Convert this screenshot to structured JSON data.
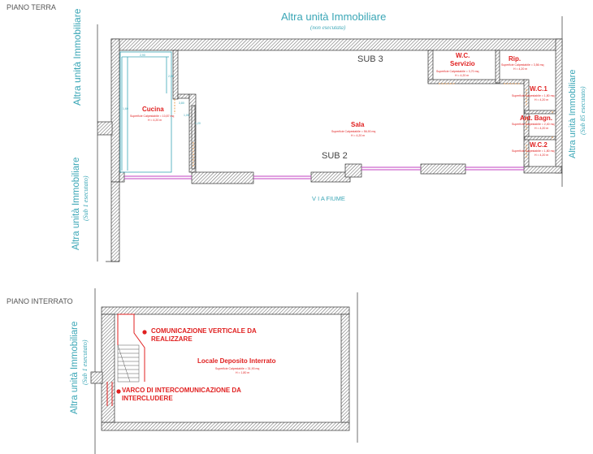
{
  "headers": {
    "ground_floor": "PIANO TERRA",
    "basement": "PIANO INTERRATO"
  },
  "neighbors": {
    "top_title": "Altra unità Immobiliare",
    "top_note": "(non esecutata)",
    "left_upper": "Altra unità Immobiliare",
    "left_lower": "Altra unità Immobiliare",
    "left_lower_note": "(Sub 1 esecutato)",
    "right": "Altra unità Immobiliare",
    "right_note": "(Sub 85 esecutato)",
    "basement_left": "Altra unità Immobiliare",
    "basement_left_note": "(Sub 1 esecutato)"
  },
  "street": "V I A  FIUME",
  "subs": {
    "sub3": "SUB 3",
    "sub2": "SUB 2"
  },
  "rooms": {
    "cucina": {
      "name": "Cucina",
      "area": "Superficie Calpestabile = 10,87 mq",
      "height": "H = 4,20 m"
    },
    "sala": {
      "name": "Sala",
      "area": "Superficie Calpestabile = 56,90 mq",
      "height": "H = 4,20 m"
    },
    "wc_servizio": {
      "name_line1": "W.C.",
      "name_line2": "Servizio",
      "area": "Superficie Calpestabile = 3,70 mq",
      "height": "H = 4,20 m"
    },
    "rip": {
      "name": "Rip.",
      "area": "Superficie Calpestabile = 3,56 mq",
      "height": "H = 4,20 m"
    },
    "wc1": {
      "name": "W.C.1",
      "area": "Superficie Calpestabile = 1,80 mq",
      "height": "H = 4,20 m"
    },
    "ant_bagn": {
      "name": "Ant. Bagn.",
      "area": "Superficie Calpestabile = 2,40 mq",
      "height": "H = 4,20 m"
    },
    "wc2": {
      "name": "W.C.2",
      "area": "Superficie Calpestabile = 1,80 mq",
      "height": "H = 4,20 m"
    },
    "deposito": {
      "name": "Locale Deposito Interrato",
      "area": "Superficie Calpestabile = 31,90 mq",
      "height": "H = 1,80 m"
    }
  },
  "dimensions": {
    "d1": "2,90",
    "d2": "2,00",
    "d3": "1,60",
    "d4": "3,80",
    "d5": "1,05",
    "d6": "1,20"
  },
  "notes": {
    "comunicazione": "COMUNICAZIONE VERTICALE DA REALIZZARE",
    "varco": "VARCO DI INTERCOMUNICAZIONE DA INTERCLUDERE"
  },
  "colors": {
    "teal": "#3aa6b6",
    "red": "#e02020",
    "wall": "#555555",
    "window": "#c040c0"
  }
}
